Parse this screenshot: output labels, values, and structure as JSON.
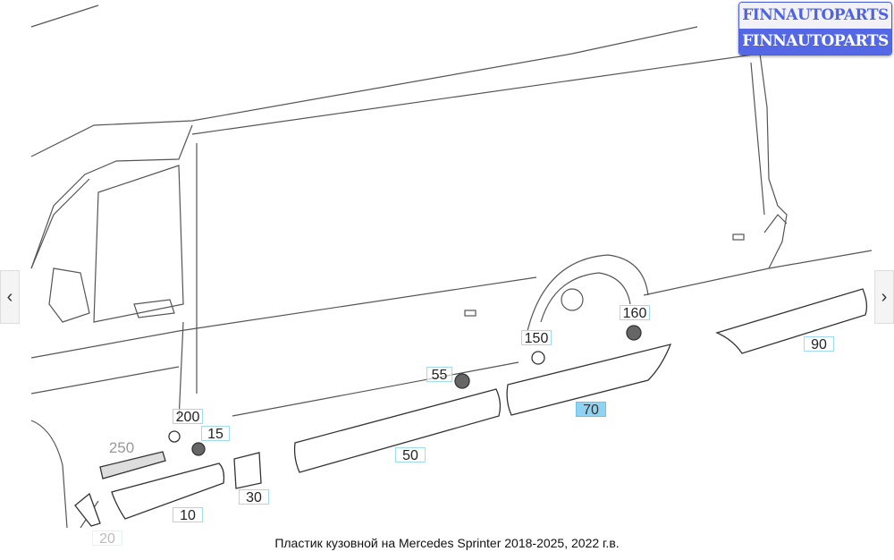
{
  "logo": {
    "line1": "FINNAUTOPARTS",
    "line2": "FINNAUTOPARTS"
  },
  "navigation": {
    "prev_icon": "chevron-left-icon",
    "next_icon": "chevron-right-icon",
    "prev": "‹",
    "next": "›"
  },
  "parts": [
    {
      "number": "200"
    },
    {
      "number": "15"
    },
    {
      "number": "250"
    },
    {
      "number": "10"
    },
    {
      "number": "20"
    },
    {
      "number": "30"
    },
    {
      "number": "50"
    },
    {
      "number": "55"
    },
    {
      "number": "150"
    },
    {
      "number": "70"
    },
    {
      "number": "160"
    },
    {
      "number": "90"
    }
  ],
  "selected_part": "70",
  "caption": "Пластик кузовной на Mercedes Sprinter 2018-2025, 2022 г.в."
}
